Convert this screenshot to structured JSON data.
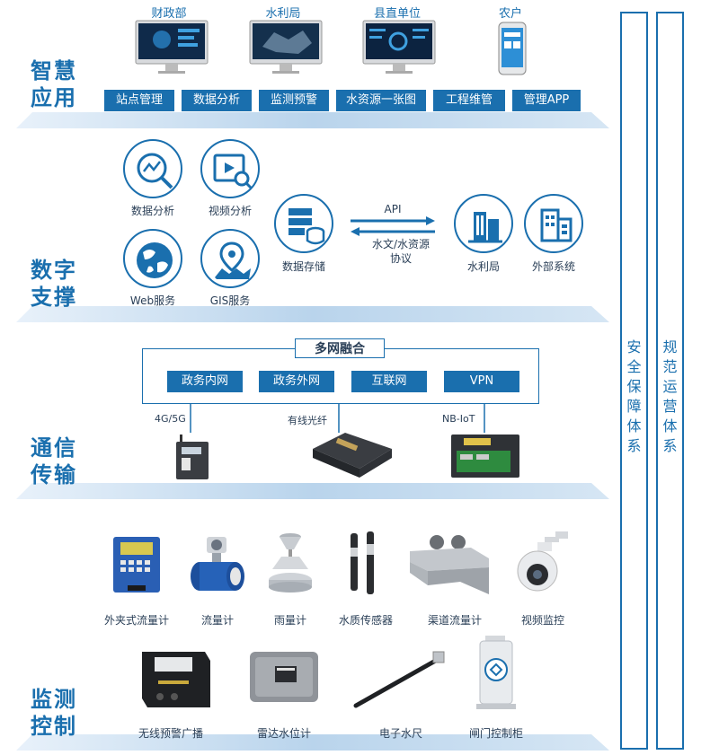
{
  "app_layer": {
    "title_line1": "智慧",
    "title_line2": "应用",
    "devices": [
      "财政部",
      "水利局",
      "县直单位",
      "农户"
    ],
    "buttons": [
      "站点管理",
      "数据分析",
      "监测预警",
      "水资源一张图",
      "工程维管",
      "管理APP"
    ]
  },
  "support_layer": {
    "title_line1": "数字",
    "title_line2": "支撑",
    "items": {
      "data_analysis": "数据分析",
      "video_analysis": "视频分析",
      "web_service": "Web服务",
      "gis_service": "GIS服务",
      "data_storage": "数据存储",
      "water_bureau": "水利局",
      "external_system": "外部系统"
    },
    "api_label": "API",
    "protocol_line1": "水文/水资源",
    "protocol_line2": "协议"
  },
  "comm_layer": {
    "title_line1": "通信",
    "title_line2": "传输",
    "box_title": "多网融合",
    "networks": [
      "政务内网",
      "政务外网",
      "互联网",
      "VPN"
    ],
    "links": [
      "4G/5G",
      "有线光纤",
      "NB-IoT"
    ]
  },
  "monitor_layer": {
    "title_line1": "监测",
    "title_line2": "控制",
    "row1": [
      "外夹式流量计",
      "流量计",
      "雨量计",
      "水质传感器",
      "渠道流量计",
      "视频监控"
    ],
    "row2": [
      "无线预警广播",
      "雷达水位计",
      "电子水尺",
      "闸门控制柜"
    ]
  },
  "side": {
    "security": [
      "安",
      "全",
      "保",
      "障",
      "体",
      "系"
    ],
    "ops": [
      "规",
      "范",
      "运",
      "营",
      "体",
      "系"
    ]
  },
  "colors": {
    "primary": "#1a6fae",
    "band_light": "#e3eef8",
    "band_mid": "#b9d4ec"
  }
}
